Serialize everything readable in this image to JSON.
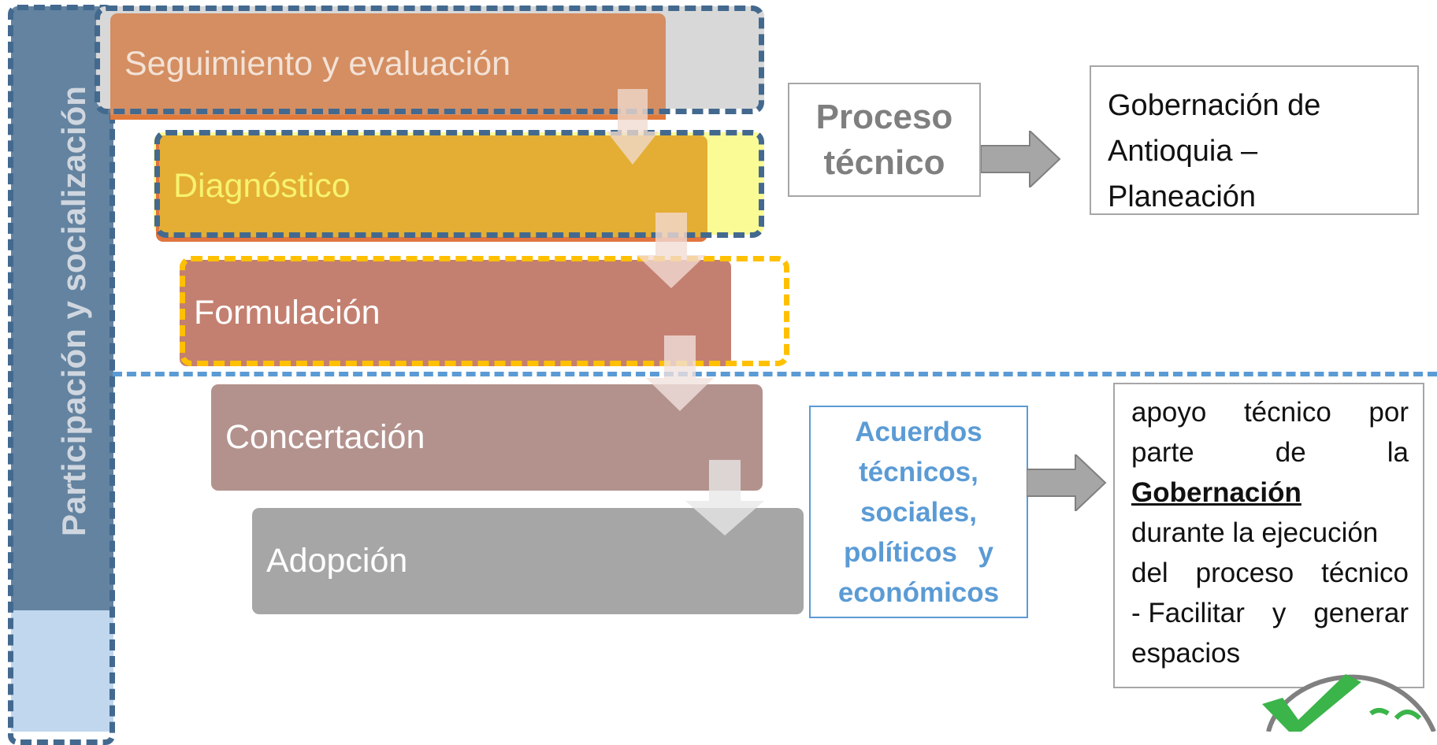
{
  "side_bar": {
    "label": "Participación y socialización"
  },
  "stages": [
    {
      "label": "Seguimiento y evaluación"
    },
    {
      "label": "Diagnóstico"
    },
    {
      "label": "Formulación"
    },
    {
      "label": "Concertación"
    },
    {
      "label": "Adopción"
    }
  ],
  "proceso_box": {
    "line1": "Proceso",
    "line2": "técnico"
  },
  "gobernacion_box": {
    "line1": "Gobernación de",
    "line2": "Antioquia –",
    "line3": "Planeación"
  },
  "acuerdos_box": {
    "line1": "Acuerdos",
    "line2": "técnicos,",
    "line3": "sociales,",
    "line4a": "políticos",
    "line4b": "y",
    "line5": "económicos"
  },
  "apoyo_box": {
    "l1a": "apoyo",
    "l1b": "técnico",
    "l1c": "por",
    "l2a": "parte",
    "l2b": "de",
    "l2c": "la",
    "l3": "Gobernación",
    "l4": "durante la ejecución",
    "l5a": "del",
    "l5b": "proceso",
    "l5c": "técnico",
    "l6a": "- Facilitar",
    "l6b": "y",
    "l6c": "generar",
    "l7": "espacios"
  },
  "colors": {
    "side_bar": "#6383a0",
    "dashed_blue": "#43698f",
    "dashed_yellow": "#ffc000",
    "separator": "#5b9bd5",
    "seguimiento": "#d48e61",
    "diagnostico": "#e3ae33",
    "formulacion": "#c38070",
    "concertacion": "#b3928d",
    "adopcion": "#a6a6a6",
    "arrow_gray": "#a6a6a6",
    "logo_green": "#3bb44a"
  },
  "icons": [
    "block-arrow-right-icon",
    "block-arrow-down-icon",
    "checkmark-logo-icon"
  ]
}
